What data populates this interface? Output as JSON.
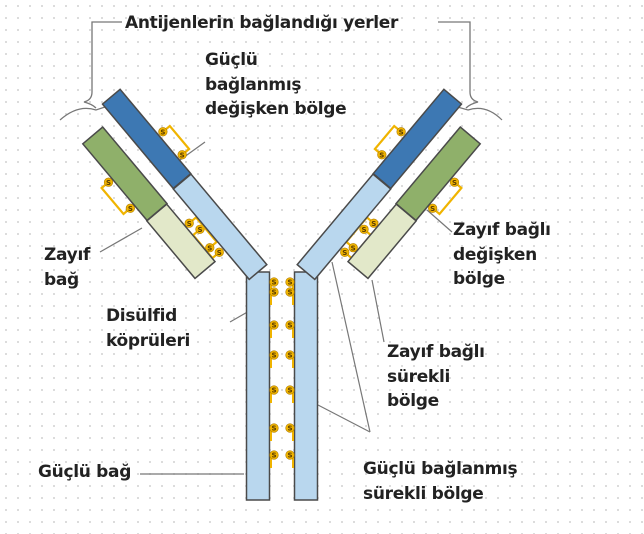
{
  "colors": {
    "heavy_constant": "#b9d7ee",
    "heavy_variable": "#3d78b3",
    "light_variable": "#8fb06a",
    "light_constant": "#e2e8c9",
    "outline": "#4a4a4a",
    "disulfide": "#f0b400",
    "leader": "#777777"
  },
  "labels": {
    "antigen_sites": "Antijenlerin bağlandığı yerler",
    "heavy_variable": [
      "Güçlü",
      "bağlanmış",
      "değişken bölge"
    ],
    "weak_bond": [
      "Zayıf",
      "bağ"
    ],
    "disulfide": [
      "Disülfid",
      "köprüleri"
    ],
    "light_variable": [
      "Zayıf bağlı",
      "değişken",
      "bölge"
    ],
    "light_constant": [
      "Zayıf bağlı",
      "sürekli",
      "bölge"
    ],
    "strong_bond": "Güçlü bağ",
    "heavy_constant": [
      "Güçlü bağlanmış",
      "sürekli bölge"
    ]
  },
  "disulfide_symbol": "S"
}
